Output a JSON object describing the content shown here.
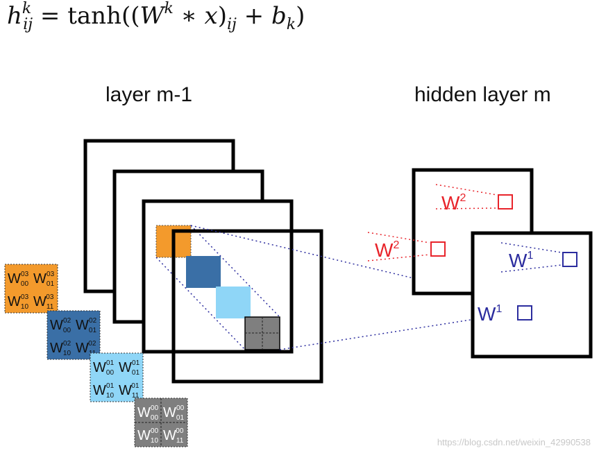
{
  "formula": {
    "lhs_base": "h",
    "lhs_sup": "k",
    "lhs_sub": "ij",
    "equals": "=",
    "fn": "tanh",
    "open": "((",
    "w": "W",
    "w_sup": "k",
    "star": "∗",
    "x": "x",
    "close": ")",
    "close_sub": "ij",
    "plus": "+",
    "b": "b",
    "b_sub": "k",
    "end": ")"
  },
  "labels": {
    "left_title": "layer m-1",
    "right_title": "hidden layer m"
  },
  "weights": {
    "hidden_top": {
      "w": "W",
      "sup": "2"
    },
    "hidden_mid": {
      "w": "W",
      "sup": "2"
    },
    "hidden_back_right": {
      "w": "W",
      "sup": "1"
    },
    "hidden_front_left": {
      "w": "W",
      "sup": "1"
    }
  },
  "kernels": [
    {
      "id": "03",
      "color": "#f39a2c",
      "text_color": "#111111",
      "cells": [
        [
          "W",
          "00",
          "03"
        ],
        [
          "W",
          "01",
          "03"
        ],
        [
          "W",
          "10",
          "03"
        ],
        [
          "W",
          "11",
          "03"
        ]
      ]
    },
    {
      "id": "02",
      "color": "#3a6fa6",
      "text_color": "#111111",
      "cells": [
        [
          "W",
          "00",
          "02"
        ],
        [
          "W",
          "01",
          "02"
        ],
        [
          "W",
          "10",
          "02"
        ],
        [
          "W",
          "11",
          "02"
        ]
      ]
    },
    {
      "id": "01",
      "color": "#8fd6f7",
      "text_color": "#111111",
      "cells": [
        [
          "W",
          "00",
          "01"
        ],
        [
          "W",
          "01",
          "01"
        ],
        [
          "W",
          "10",
          "01"
        ],
        [
          "W",
          "11",
          "01"
        ]
      ]
    },
    {
      "id": "00",
      "color": "#7f7f7f",
      "text_color": "#ffffff",
      "cells": [
        [
          "W",
          "00",
          "00"
        ],
        [
          "W",
          "01",
          "00"
        ],
        [
          "W",
          "10",
          "00"
        ],
        [
          "W",
          "11",
          "00"
        ]
      ]
    }
  ],
  "colors": {
    "red": "#e8232a",
    "blue": "#2b2c9e",
    "orange": "#f39a2c",
    "dark_blue": "#3a6fa6",
    "light_blue": "#8fd6f7",
    "gray": "#7f7f7f"
  },
  "watermark": "https://blog.csdn.net/weixin_42990538"
}
